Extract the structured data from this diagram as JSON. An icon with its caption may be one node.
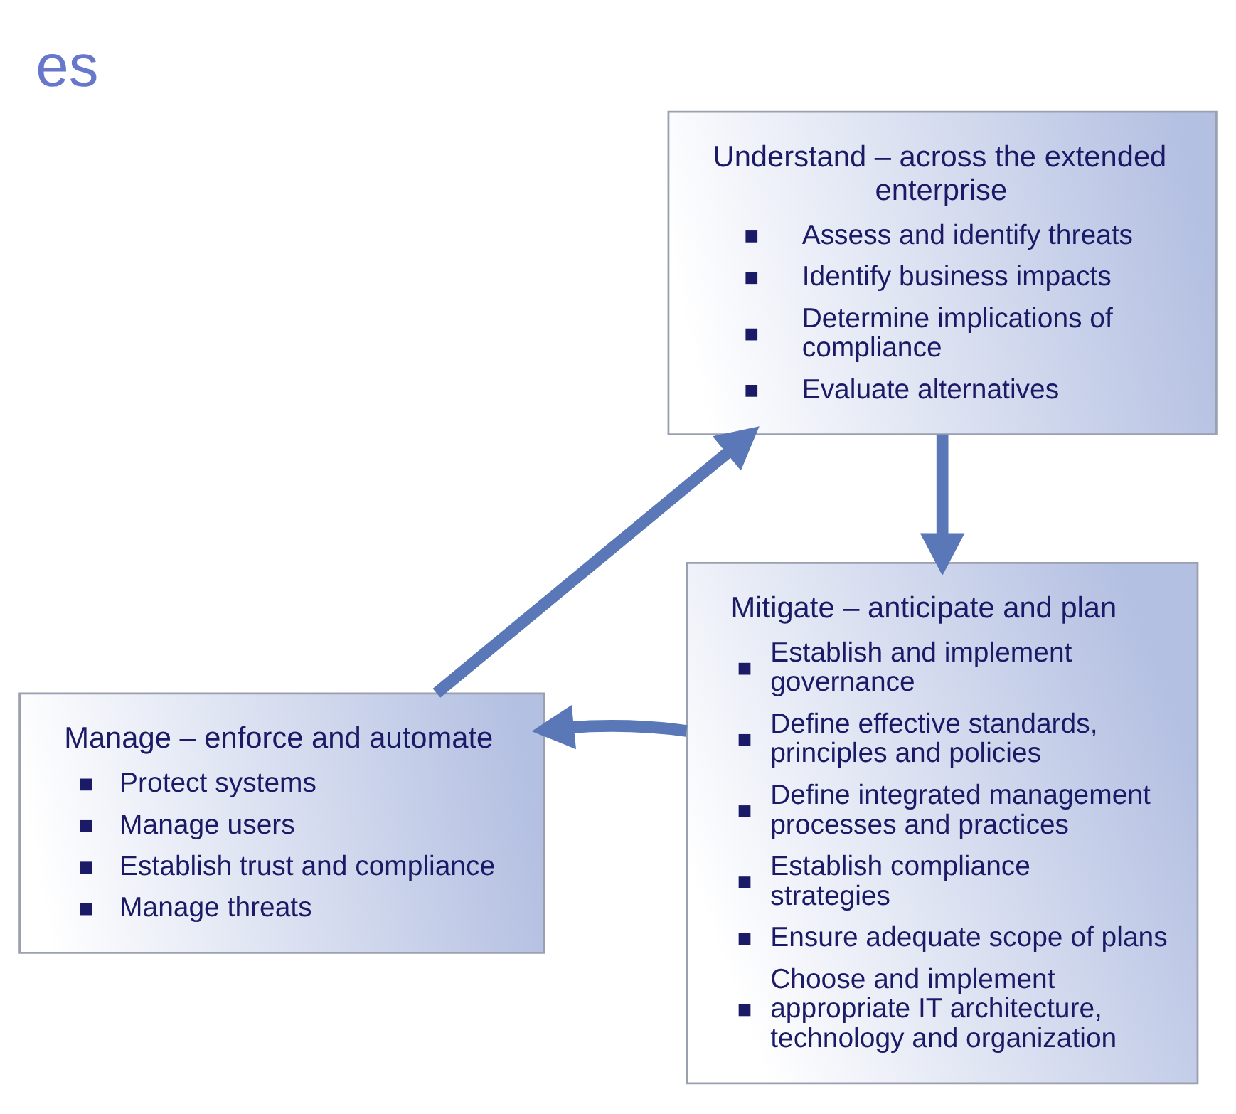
{
  "diagram": {
    "title": "es",
    "nodes": [
      {
        "text": [
          "Understand – across the extended enterprise",
          "Assess and identify threats",
          "Identify business impacts",
          "Determine implications of compliance",
          "Evaluate alternatives"
        ]
      },
      {
        "text": [
          "Mitigate – anticipate and plan",
          "Establish and implement governance",
          "Define effective standards, principles and policies",
          "Define integrated management processes and practices",
          "Establish compliance strategies",
          "Ensure adequate scope of plans",
          "Choose and implement appropriate IT architecture, technology and organization"
        ]
      },
      {
        "text": [
          "Manage – enforce and automate",
          "Protect systems",
          "Manage users",
          "Establish trust and compliance",
          "Manage threats"
        ]
      }
    ],
    "edges": [
      {
        "from": 0,
        "to": 1,
        "arrow": "to"
      },
      {
        "from": 1,
        "to": 2,
        "arrow": "to"
      },
      {
        "from": 2,
        "to": 0,
        "arrow": "to"
      }
    ]
  }
}
